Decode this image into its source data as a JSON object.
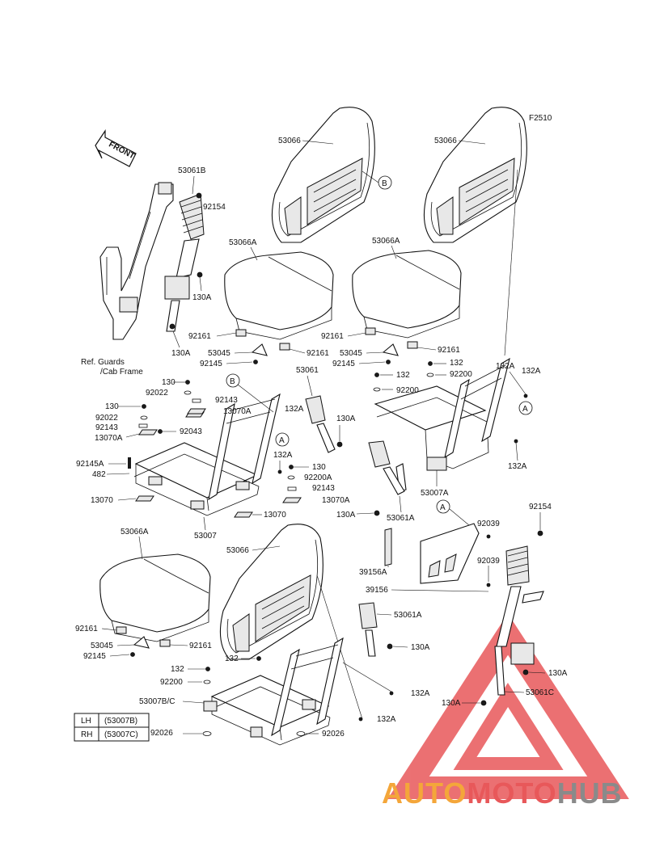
{
  "diagram_code": "F2510",
  "front_label": "FRONT",
  "ref_note": [
    "Ref. Guards",
    "/Cab Frame"
  ],
  "callouts": {
    "B": "B",
    "A": "A"
  },
  "labels": {
    "p53066_left": "53066",
    "p53066_right": "53066",
    "p53066_bottom": "53066",
    "p53066A_left": "53066A",
    "p53066A_right": "53066A",
    "p53066A_bottom": "53066A",
    "p53061B": "53061B",
    "p92154_top": "92154",
    "p92154_right": "92154",
    "p130A_1": "130A",
    "p130A_2": "130A",
    "p130A_3": "130A",
    "p130A_4": "130A",
    "p130A_5": "130A",
    "p130A_6": "130A",
    "p130A_7": "130A",
    "p92161_1": "92161",
    "p92161_2": "92161",
    "p92161_3": "92161",
    "p92161_4": "92161",
    "p92161_5": "92161",
    "p92161_6": "92161",
    "p53045_1": "53045",
    "p53045_2": "53045",
    "p53045_3": "53045",
    "p92145_1": "92145",
    "p92145_2": "92145",
    "p92145_3": "92145",
    "p92145A": "92145A",
    "p53061": "53061",
    "p130_1": "130",
    "p130_2": "130",
    "p130_3": "130",
    "p92022_1": "92022",
    "p92022_2": "92022",
    "p92143_1": "92143",
    "p92143_2": "92143",
    "p92143_3": "92143",
    "p13070A_1": "13070A",
    "p13070A_2": "13070A",
    "p13070A_3": "13070A",
    "p92043": "92043",
    "p132A_1": "132A",
    "p132A_2": "132A",
    "p132A_3": "132A",
    "p132A_4": "132A",
    "p132A_5": "132A",
    "p132A_6": "132A",
    "p482": "482",
    "p13070_1": "13070",
    "p13070_2": "13070",
    "p53007": "53007",
    "p92200A": "92200A",
    "p132_1": "132",
    "p132_2": "132",
    "p132_3": "132",
    "p132_4": "132",
    "p92200_1": "92200",
    "p92200_2": "92200",
    "p92200_3": "92200",
    "p53007A": "53007A",
    "p53061A_1": "53061A",
    "p53061A_2": "53061A",
    "p92039_1": "92039",
    "p92039_2": "92039",
    "p39156A": "39156A",
    "p39156": "39156",
    "p53061C": "53061C",
    "p53007BC": "53007B/C",
    "p92026_1": "92026",
    "p92026_2": "92026"
  },
  "legend": {
    "rows": [
      {
        "side": "LH",
        "code": "(53007B)"
      },
      {
        "side": "RH",
        "code": "(53007C)"
      }
    ]
  },
  "watermark": {
    "part1": "AUTO",
    "part2": "MOTO",
    "part3": "HUB",
    "color1": "#f4a63a",
    "color2": "#e8585a",
    "color3": "#8a8a8a"
  }
}
